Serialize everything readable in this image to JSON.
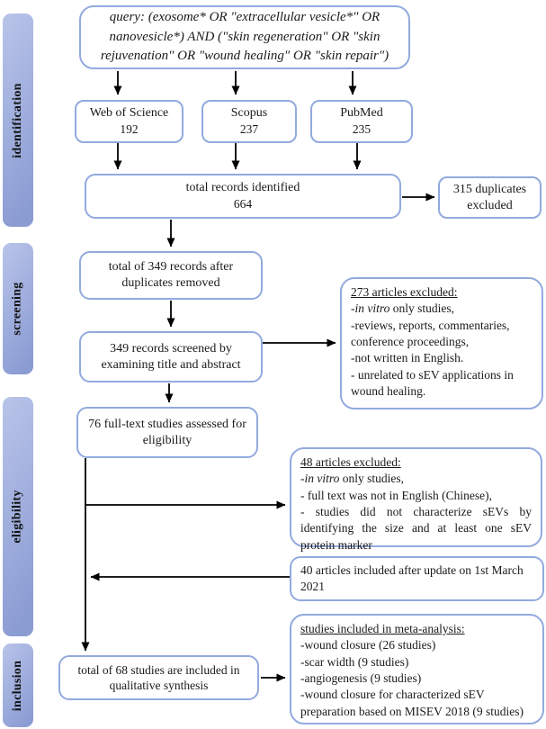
{
  "colors": {
    "box_border": "#92aadd",
    "stage_light": "#b9c4e9",
    "stage_dark": "#8b9cd3",
    "arrow": "#000000"
  },
  "stages": {
    "identification": "identification",
    "screening": "screening",
    "eligibility": "eligibility",
    "inclusion": "inclusion"
  },
  "query": {
    "text": "query: (exosome* OR \"extracellular vesicle*\" OR nanovesicle*) AND (\"skin regeneration\" OR \"skin rejuvenation\" OR \"wound healing\" OR \"skin repair\")"
  },
  "databases": [
    {
      "name": "Web of Science",
      "count": "192"
    },
    {
      "name": "Scopus",
      "count": "237"
    },
    {
      "name": "PubMed",
      "count": "235"
    }
  ],
  "identification": {
    "total_identified_label": "total records identified",
    "total_identified_count": "664",
    "duplicates_excluded": "315 duplicates excluded"
  },
  "screening": {
    "after_duplicates": "total of 349 records after duplicates removed",
    "screened": "349 records screened by examining title and abstract",
    "excluded": {
      "header": "273 articles excluded:",
      "item1_italic": "-in vitro",
      "item1_rest": " only studies,",
      "item2": "-reviews, reports, commentaries, conference proceedings,",
      "item3": "-not written in English.",
      "item4": "- unrelated to sEV applications in  wound healing."
    }
  },
  "eligibility": {
    "fulltext": "76 full-text studies assessed for eligibility",
    "excluded": {
      "header": "48 articles excluded:",
      "item1_italic": "-in vitro",
      "item1_rest": " only studies,",
      "item2": "- full text was not in English (Chinese),",
      "item3": "- studies did not characterize sEVs by identifying the size and at least one sEV protein marker"
    },
    "update": "40 articles included after update on 1st March 2021"
  },
  "inclusion": {
    "synthesis": "total of 68 studies are included in qualitative synthesis",
    "meta": {
      "header": "studies included in meta-analysis:",
      "items": [
        "-wound closure (26 studies)",
        "-scar width (9 studies)",
        "-angiogenesis (9 studies)",
        "-wound closure for characterized sEV preparation based on MISEV 2018 (9 studies)"
      ]
    }
  }
}
